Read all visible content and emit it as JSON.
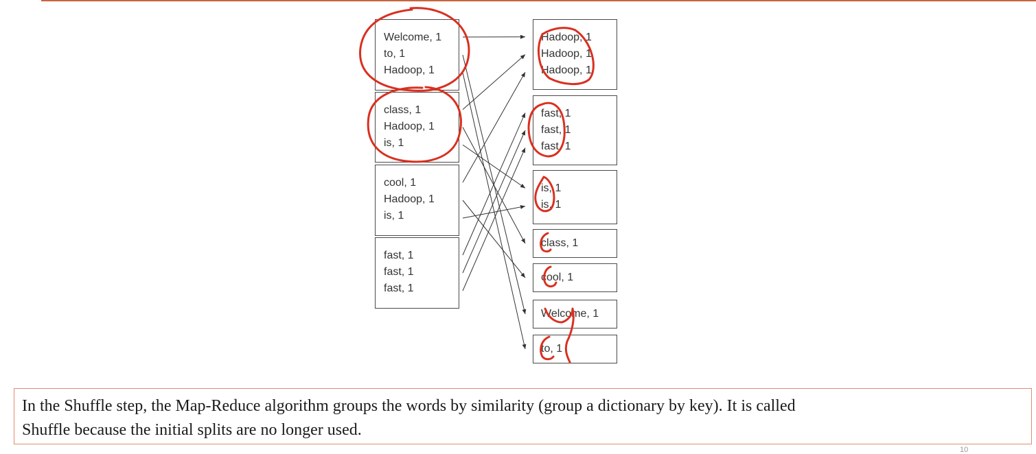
{
  "map_outputs": [
    {
      "id": "m1",
      "lines": [
        "Welcome, 1",
        "to, 1",
        "Hadoop, 1"
      ]
    },
    {
      "id": "m2",
      "lines": [
        "class, 1",
        "Hadoop, 1",
        "is, 1"
      ]
    },
    {
      "id": "m3",
      "lines": [
        "cool, 1",
        "Hadoop, 1",
        "is, 1"
      ]
    },
    {
      "id": "m4",
      "lines": [
        "fast, 1",
        "fast, 1",
        "fast, 1"
      ]
    }
  ],
  "shuffle_groups": [
    {
      "id": "hadoop",
      "lines": [
        "Hadoop, 1",
        "Hadoop, 1",
        "Hadoop, 1"
      ]
    },
    {
      "id": "fast",
      "lines": [
        "fast, 1",
        "fast, 1",
        "fast, 1"
      ]
    },
    {
      "id": "is",
      "lines": [
        "is, 1",
        "is, 1"
      ]
    },
    {
      "id": "class",
      "lines": [
        "class, 1"
      ]
    },
    {
      "id": "cool",
      "lines": [
        "cool, 1"
      ]
    },
    {
      "id": "welcome",
      "lines": [
        "Welcome, 1"
      ]
    },
    {
      "id": "to",
      "lines": [
        "to, 1"
      ]
    }
  ],
  "arrows": [
    {
      "from": "m1",
      "to": "hadoop"
    },
    {
      "from": "m1",
      "to": "welcome"
    },
    {
      "from": "m1",
      "to": "to"
    },
    {
      "from": "m2",
      "to": "hadoop"
    },
    {
      "from": "m2",
      "to": "class"
    },
    {
      "from": "m2",
      "to": "is"
    },
    {
      "from": "m3",
      "to": "hadoop"
    },
    {
      "from": "m3",
      "to": "cool"
    },
    {
      "from": "m3",
      "to": "is"
    },
    {
      "from": "m4",
      "to": "fast"
    },
    {
      "from": "m4",
      "to": "fast"
    },
    {
      "from": "m4",
      "to": "fast"
    }
  ],
  "caption": {
    "line1": "In the Shuffle step, the Map-Reduce algorithm groups the words by similarity (group a dictionary by key). It is called",
    "line2": "Shuffle because the initial splits are no longer used."
  },
  "page_number": "10",
  "colors": {
    "annotation": "#d93020",
    "box_border": "#4a4a4a",
    "arrow": "#333333",
    "caption_border": "#e08a73",
    "top_rule": "#c8663f"
  }
}
